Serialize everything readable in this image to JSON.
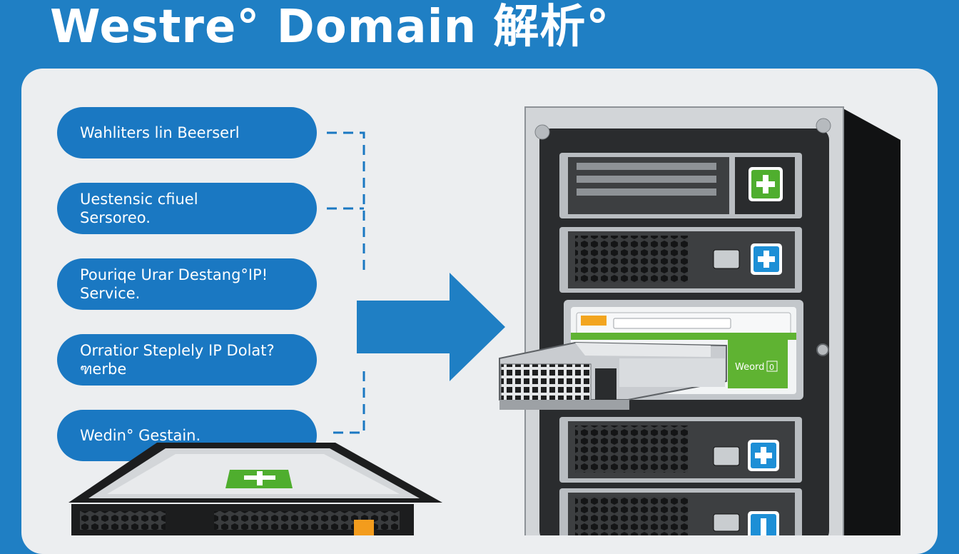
{
  "header": {
    "title": "Westre° Domain 解析°"
  },
  "steps": [
    {
      "label": "Wahliters lin Beerserl"
    },
    {
      "label": "Uestensic cfiuel\nSersoreo."
    },
    {
      "label": "Pouriqe Urar Destang°IP!\nService."
    },
    {
      "label": "Orratior Steplely IP Dolat?\nฑerbe"
    },
    {
      "label": "Wedin° Gestain."
    }
  ],
  "server": {
    "tray_label": "Weord",
    "tray_badge": "0"
  },
  "icons": {
    "flow_arrow": "arrow-right-icon",
    "bay_button": "plus-icon",
    "status": "indicator-icon"
  },
  "colors": {
    "brand_blue": "#1f7fc4",
    "pill_blue": "#1a78c2",
    "accent_green": "#5fb332",
    "panel": "#eceef0",
    "server_dark": "#2a2c2e"
  }
}
